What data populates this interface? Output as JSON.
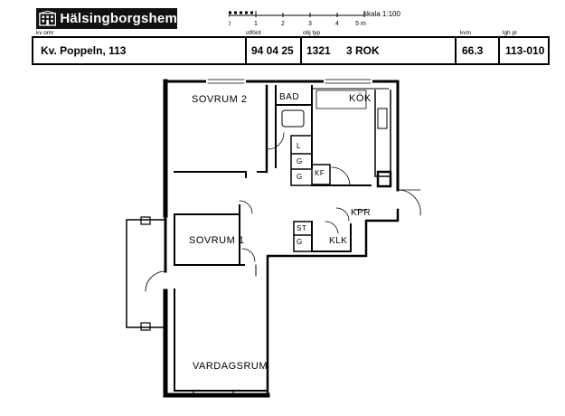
{
  "header": {
    "company": "Hälsingborgshem",
    "kv_omr_label": "kv omr",
    "utford_label": "utförd",
    "objtyp_label": "obj typ",
    "kvm_label": "kvm",
    "lghpl_label": "lgh pl",
    "scale_label": "skala 1:100",
    "scale_ticks": [
      "0",
      "1",
      "2",
      "3",
      "4",
      "5 m"
    ]
  },
  "info": {
    "address": "Kv. Poppeln, 113",
    "date": "94 04 25",
    "objtyp": "1321",
    "rooms": "3 ROK",
    "area": "66.3",
    "apartment_no": "113-010"
  },
  "plan": {
    "rooms": {
      "bedroom2": "SOVRUM 2",
      "bedroom1": "SOVRUM 1",
      "living": "VARDAGSRUM",
      "kitchen": "KÖK",
      "bathroom": "BAD",
      "hall": "KPR",
      "closet": "KLK"
    },
    "fixtures": {
      "wardrobe_g1": "G",
      "wardrobe_g2": "G",
      "wardrobe_g3": "G",
      "linen": "L",
      "fridge": "KF",
      "storage": "ST"
    }
  }
}
